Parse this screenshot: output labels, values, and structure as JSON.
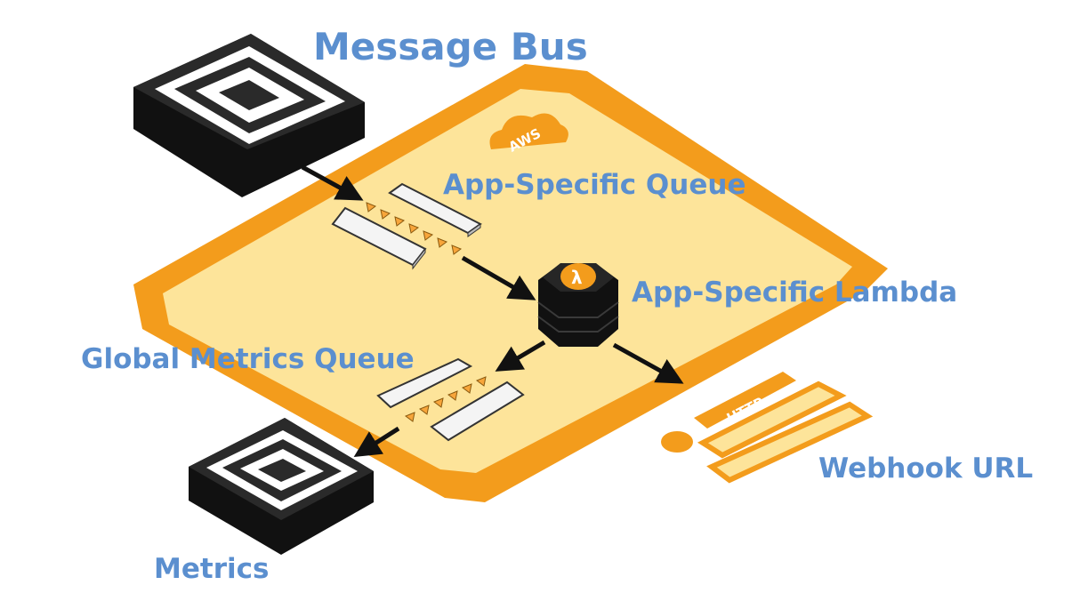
{
  "labels": {
    "message_bus": "Message Bus",
    "app_specific_queue": "App-Specific Queue",
    "app_specific_lambda": "App-Specific Lambda",
    "global_metrics_queue": "Global Metrics Queue",
    "webhook_url": "Webhook URL",
    "metrics": "Metrics"
  },
  "badges": {
    "cloud": "AWS",
    "http": "HTTP",
    "lambda_glyph": "λ"
  },
  "colors": {
    "platform_border": "#f39c1c",
    "platform_fill": "#fde49a",
    "label": "#5b8fcf",
    "node_dark": "#222222",
    "arrow": "#111111",
    "message_dot": "#f7a53a"
  }
}
